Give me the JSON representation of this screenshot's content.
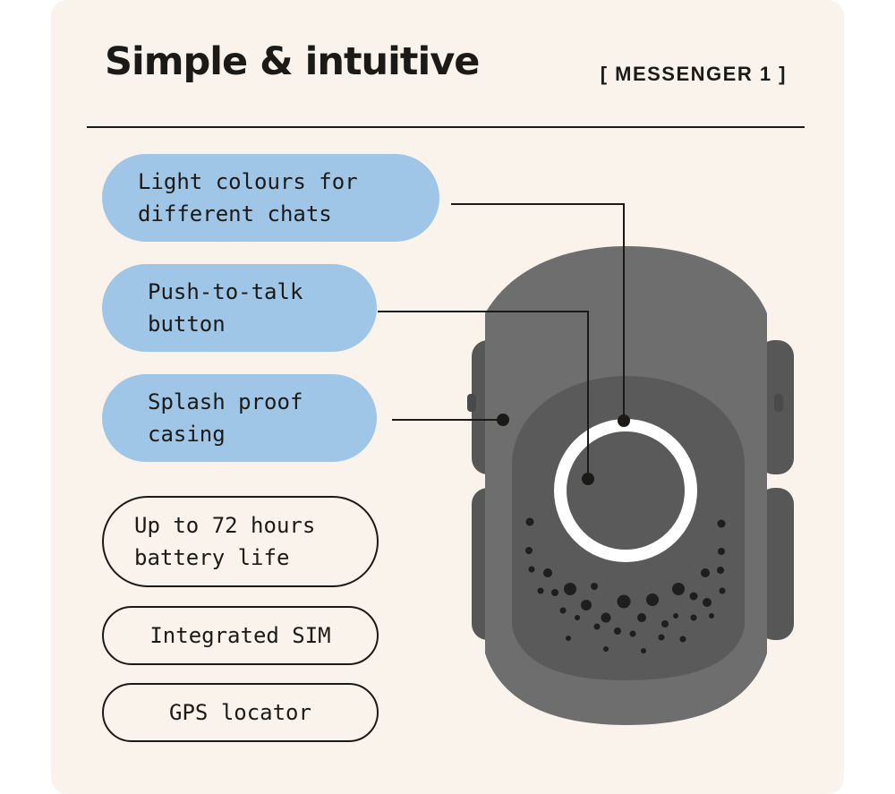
{
  "header": {
    "title": "Simple & intuitive",
    "tag": "[ MESSENGER 1 ]"
  },
  "features": [
    {
      "text": "Light colours for\ndifferent chats",
      "style": "blue"
    },
    {
      "text": "Push-to-talk\nbutton",
      "style": "blue"
    },
    {
      "text": "Splash proof\ncasing",
      "style": "blue"
    },
    {
      "text": "Up to 72 hours\nbattery life",
      "style": "outline"
    },
    {
      "text": "Integrated SIM",
      "style": "outline"
    },
    {
      "text": "GPS locator",
      "style": "outline"
    }
  ],
  "colors": {
    "background": "#f9f3ec",
    "accent_blue": "#9fc6e6",
    "ink": "#1c1a17",
    "device_body": "#6e6e6e",
    "device_face": "#5a5a5a",
    "ring": "#ffffff"
  }
}
